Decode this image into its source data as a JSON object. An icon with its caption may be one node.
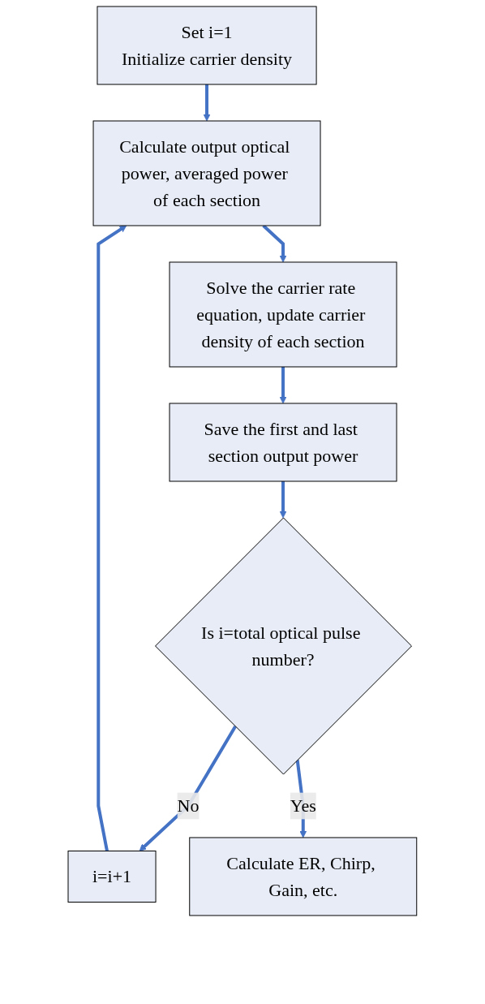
{
  "diagram": {
    "nodes": [
      {
        "text": [
          "Set i=1",
          "Initialize carrier density"
        ]
      },
      {
        "text": [
          "Calculate output optical power, averaged power of each section"
        ]
      },
      {
        "text": [
          "Solve the carrier rate equation, update carrier density of each section"
        ]
      },
      {
        "text": [
          "Save the first and last section output power"
        ]
      },
      {
        "text": [
          "Is i=total optical pulse number?"
        ]
      },
      {
        "text": [
          "i=i+1"
        ]
      },
      {
        "text": [
          "Calculate ER, Chirp, Gain, etc."
        ]
      }
    ],
    "edges": [
      {
        "from": 0,
        "to": 1,
        "arrow": "to"
      },
      {
        "from": 1,
        "to": 2,
        "arrow": "to"
      },
      {
        "from": 2,
        "to": 3,
        "arrow": "to"
      },
      {
        "from": 3,
        "to": 4,
        "arrow": "to"
      },
      {
        "from": 4,
        "to": 5,
        "label": "No",
        "arrow": "to"
      },
      {
        "from": 5,
        "to": 1,
        "arrow": "to"
      },
      {
        "from": 4,
        "to": 6,
        "label": "Yes",
        "arrow": "to"
      }
    ]
  }
}
